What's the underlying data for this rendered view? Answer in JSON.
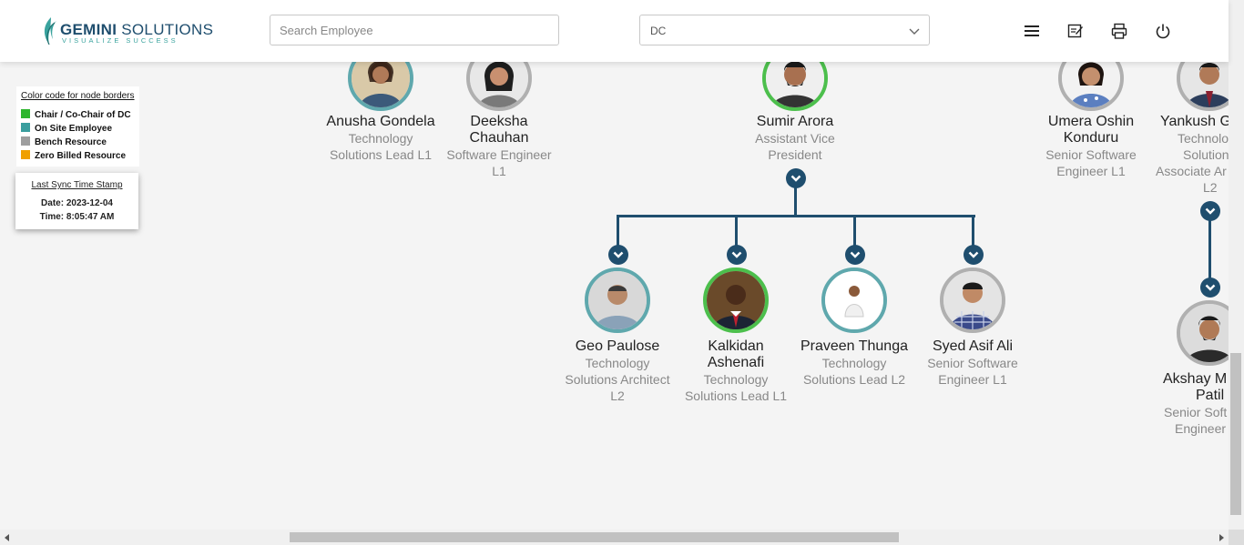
{
  "header": {
    "logo_name_bold": "GEMINI",
    "logo_name": " SOLUTIONS",
    "logo_tagline": "VISUALIZE SUCCESS",
    "search_placeholder": "Search Employee",
    "select_value": "DC",
    "icons": [
      "hamburger-menu-icon",
      "notes-icon",
      "print-icon",
      "power-icon"
    ]
  },
  "legend": {
    "title": "Color code for node borders",
    "items": [
      {
        "label": "Chair / Co-Chair of DC",
        "color": "#2db52d"
      },
      {
        "label": "On Site Employee",
        "color": "#3a9e9e"
      },
      {
        "label": "Bench Resource",
        "color": "#9e9e9e"
      },
      {
        "label": "Zero Billed Resource",
        "color": "#f0a000"
      }
    ]
  },
  "sync": {
    "title": "Last Sync Time Stamp",
    "date": "Date: 2023-12-04",
    "time": "Time: 8:05:47 AM"
  },
  "colors": {
    "connector": "#1f4e6e",
    "teal_border": "#5fa8ad",
    "green_border": "#4cbf4c",
    "grey_border": "#b0b0b0"
  },
  "top_nodes": [
    {
      "name": "Anusha Gondela",
      "role": "Technology Solutions Lead L1"
    },
    {
      "name": "Deeksha Chauhan",
      "role": "Software Engineer L1"
    },
    {
      "name": "Sumir Arora",
      "role": "Assistant Vice President"
    },
    {
      "name": "Umera Oshin Konduru",
      "role": "Senior Software Engineer L1"
    },
    {
      "name": "Yankush G",
      "role_lines": [
        "Technolo",
        "Solution",
        "Associate Ar",
        "L2"
      ]
    }
  ],
  "child_nodes": [
    {
      "name": "Geo Paulose",
      "role": "Technology Solutions Architect L2"
    },
    {
      "name": "Kalkidan Ashenafi",
      "role": "Technology Solutions Lead L1"
    },
    {
      "name": "Praveen Thunga",
      "role": "Technology Solutions Lead L2"
    },
    {
      "name": "Syed Asif Ali",
      "role": "Senior Software Engineer L1"
    }
  ],
  "right_child": {
    "name_lines": [
      "Akshay M",
      "Patil"
    ],
    "role_lines": [
      "Senior Soft",
      "Engineer"
    ]
  }
}
